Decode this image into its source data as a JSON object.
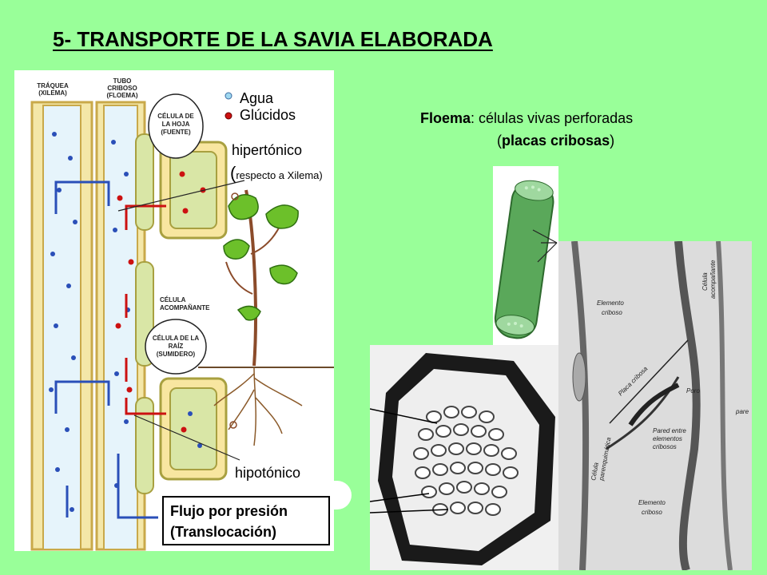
{
  "title": "5- TRANSPORTE  DE LA SAVIA ELABORADA",
  "legend": {
    "water": "Agua",
    "glucids": "Glúcidos",
    "water_color": "#9fd8f0",
    "glucid_color": "#cc1111"
  },
  "hypertonic": {
    "label": "hipertónico",
    "paren": "(",
    "detail": "respecto a Xilema)"
  },
  "hypotonic": "hipotónico",
  "flow_box": {
    "line1": "Flujo por presión",
    "line2": "(Translocación)"
  },
  "diagram_labels": {
    "xylem": [
      "TRÁQUEA",
      "(XILEMA)"
    ],
    "phloem": [
      "TUBO",
      "CRIBOSO",
      "(FLOEMA)"
    ],
    "leaf_cell": [
      "CÉLULA DE",
      "LA HOJA",
      "(FUENTE)"
    ],
    "companion": [
      "CÉLULA",
      "ACOMPAÑANTE"
    ],
    "root_cell": [
      "CÉLULA DE LA",
      "RAÍZ",
      "(SUMIDERO)"
    ]
  },
  "floema": {
    "term": "Floema",
    "rest": ": células vivas perforadas",
    "paren_open": "(",
    "plates": "placas cribosas",
    "paren_close": ")"
  },
  "micrograph_labels": {
    "element": [
      "Elemento",
      "criboso"
    ],
    "companion": [
      "Célula",
      "acompañante"
    ],
    "plate": "Placa cribosa",
    "pore": "Poro",
    "wall": [
      "Pared entre",
      "elementos",
      "cribosos"
    ],
    "parenchyma": [
      "Célula",
      "parenquimática"
    ],
    "element_bottom": [
      "Elemento",
      "criboso"
    ],
    "edge": "pare"
  }
}
